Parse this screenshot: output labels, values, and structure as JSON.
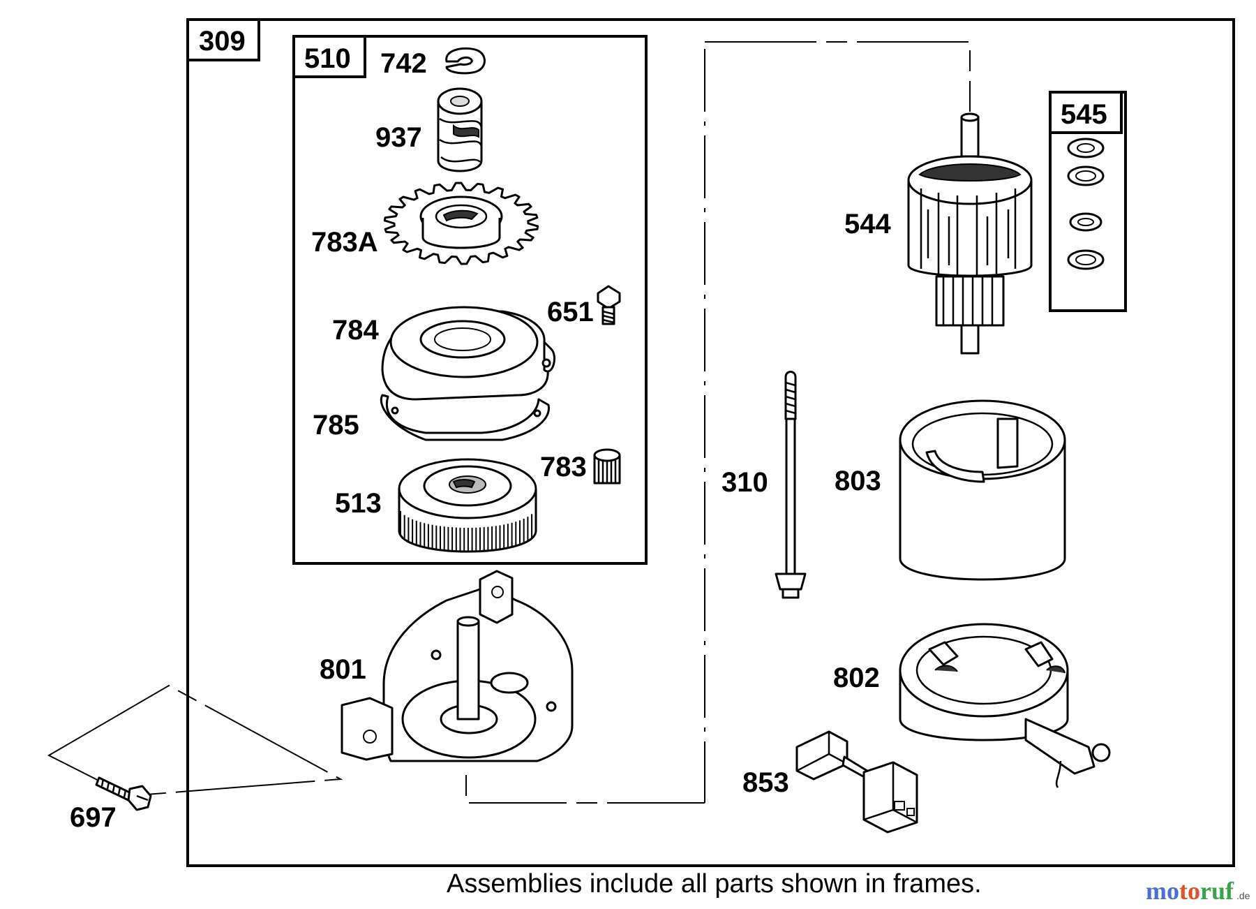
{
  "assemblies": {
    "main": "309",
    "drive": "510",
    "washers": "545"
  },
  "parts": {
    "p742": "742",
    "p937": "937",
    "p783a": "783A",
    "p651": "651",
    "p784": "784",
    "p785": "785",
    "p783": "783",
    "p513": "513",
    "p801": "801",
    "p697": "697",
    "p310": "310",
    "p544": "544",
    "p803": "803",
    "p802": "802",
    "p853": "853"
  },
  "caption": "Assemblies include all parts shown in frames.",
  "watermark": {
    "text_mo": "mo",
    "text_to": "to",
    "text_ruf": "ruf",
    "suffix": ".de",
    "colors": {
      "mo": "#4a6fd0",
      "to": "#e0502a",
      "ruf": "#3aa24a"
    }
  }
}
